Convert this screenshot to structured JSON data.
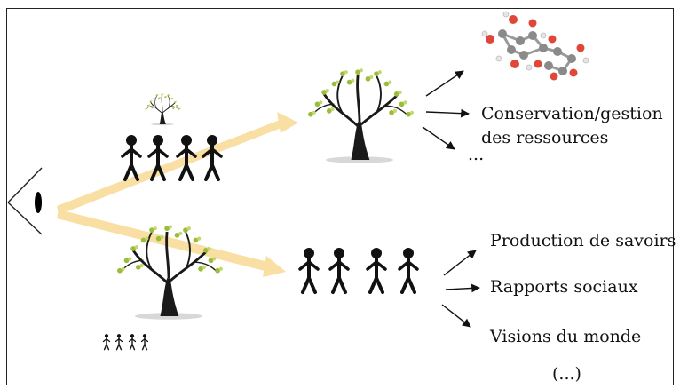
{
  "labels": {
    "conservation_line1": "Conservation/gestion",
    "conservation_line2": "des ressources",
    "ellipsis_top": "...",
    "production": "Production de savoirs",
    "rapports": "Rapports sociaux",
    "visions": "Visions du monde",
    "ellipsis_bottom": "(...)"
  },
  "colors": {
    "arrow_beam": "#f9dfa3",
    "tree_leaves": "#9bbd3c",
    "tree_trunk": "#1a1a1a",
    "molecule_oxygen": "#e0463a",
    "molecule_carbon": "#8a8a8a",
    "molecule_hydrogen": "#e6e6e6"
  },
  "icons": [
    "eye-icon",
    "tree-icon",
    "stick-figures-icon",
    "molecule-icon"
  ]
}
